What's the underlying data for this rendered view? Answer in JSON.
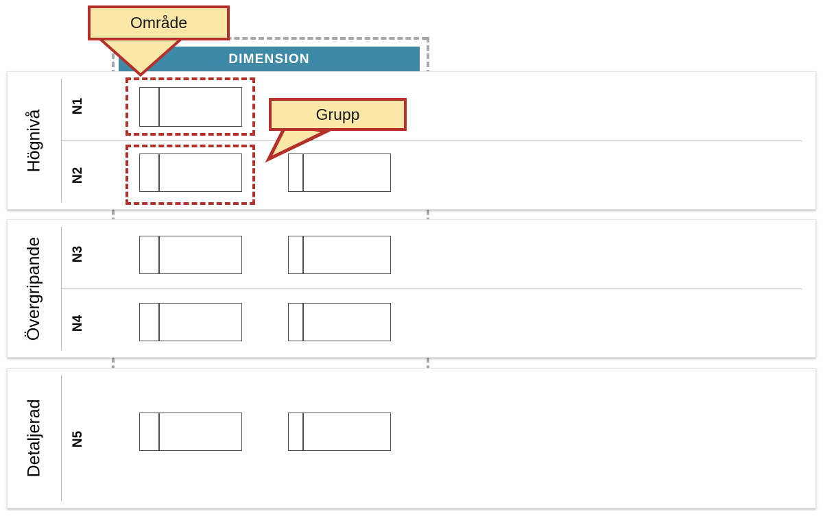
{
  "diagram": {
    "dimension_header": {
      "label": "DIMENSION",
      "color": "#3e89a6",
      "text_color": "#ffffff"
    },
    "callouts": [
      {
        "id": "omrade",
        "label": "Område",
        "fill": "#fbe7a8",
        "border": "#b4302a",
        "points_to": "dimension-column-n1-box"
      },
      {
        "id": "grupp",
        "label": "Grupp",
        "fill": "#fbe7a8",
        "border": "#b4302a",
        "points_to": "dimension-column-n2-box"
      }
    ],
    "sections": [
      {
        "id": "hogniva",
        "label": "Högnivå",
        "levels": [
          {
            "id": "n1",
            "label": "N1",
            "boxes": 1
          },
          {
            "id": "n2",
            "label": "N2",
            "boxes": 2
          }
        ]
      },
      {
        "id": "overgripande",
        "label": "Övergripande",
        "levels": [
          {
            "id": "n3",
            "label": "N3",
            "boxes": 2
          },
          {
            "id": "n4",
            "label": "N4",
            "boxes": 2
          }
        ]
      },
      {
        "id": "detaljerad",
        "label": "Detaljerad",
        "levels": [
          {
            "id": "n5",
            "label": "N5",
            "boxes": 2
          }
        ]
      }
    ],
    "highlight_color": "#b4302a",
    "guide_color": "#a8a8a8",
    "box_border_color": "#4e4e4e"
  }
}
